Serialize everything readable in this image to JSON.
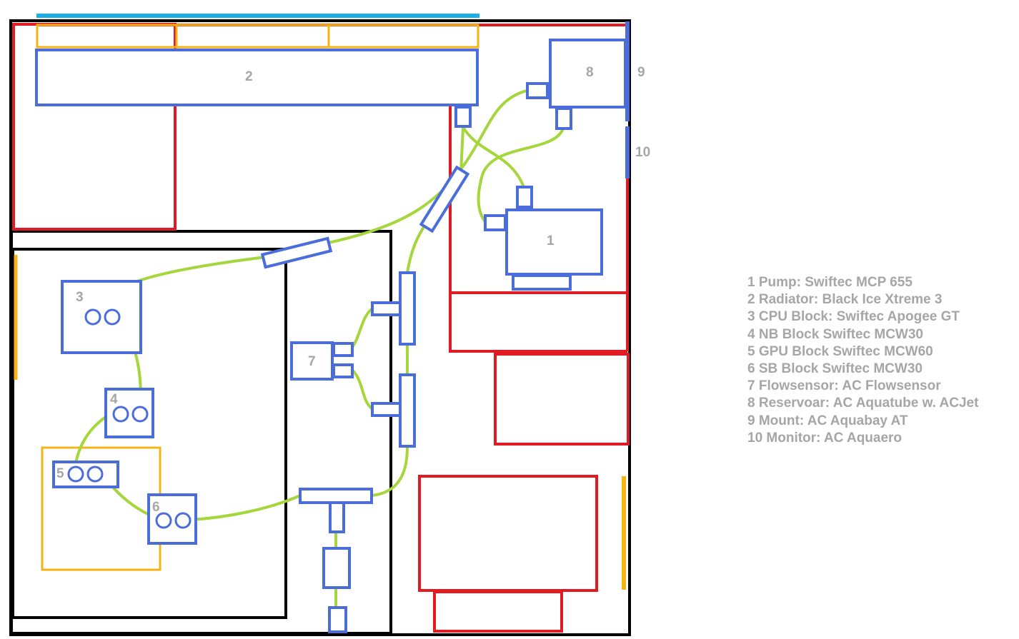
{
  "colors": {
    "black": "#000000",
    "red": "#e01b24",
    "blue": "#4a6ddb",
    "yellow": "#f5b316",
    "cyan": "#1ab0e6",
    "green": "#a5d63b",
    "label": "#a6a6a6"
  },
  "components": [
    {
      "id": "1",
      "label": "1"
    },
    {
      "id": "2",
      "label": "2"
    },
    {
      "id": "3",
      "label": "3"
    },
    {
      "id": "4",
      "label": "4"
    },
    {
      "id": "5",
      "label": "5"
    },
    {
      "id": "6",
      "label": "6"
    },
    {
      "id": "7",
      "label": "7"
    },
    {
      "id": "8",
      "label": "8"
    },
    {
      "id": "9",
      "label": "9"
    },
    {
      "id": "10",
      "label": "10"
    }
  ],
  "legend": [
    "1 Pump: Swiftec MCP 655",
    "2 Radiator: Black Ice Xtreme 3",
    "3 CPU Block: Swiftec Apogee GT",
    "4 NB Block Swiftec MCW30",
    "5 GPU Block Swiftec MCW60",
    "6 SB Block Swiftec MCW30",
    "7 Flowsensor: AC Flowsensor",
    "8 Reservoar: AC Aquatube w. ACJet",
    "9 Mount: AC Aquabay AT",
    "10 Monitor: AC Aquaero"
  ]
}
